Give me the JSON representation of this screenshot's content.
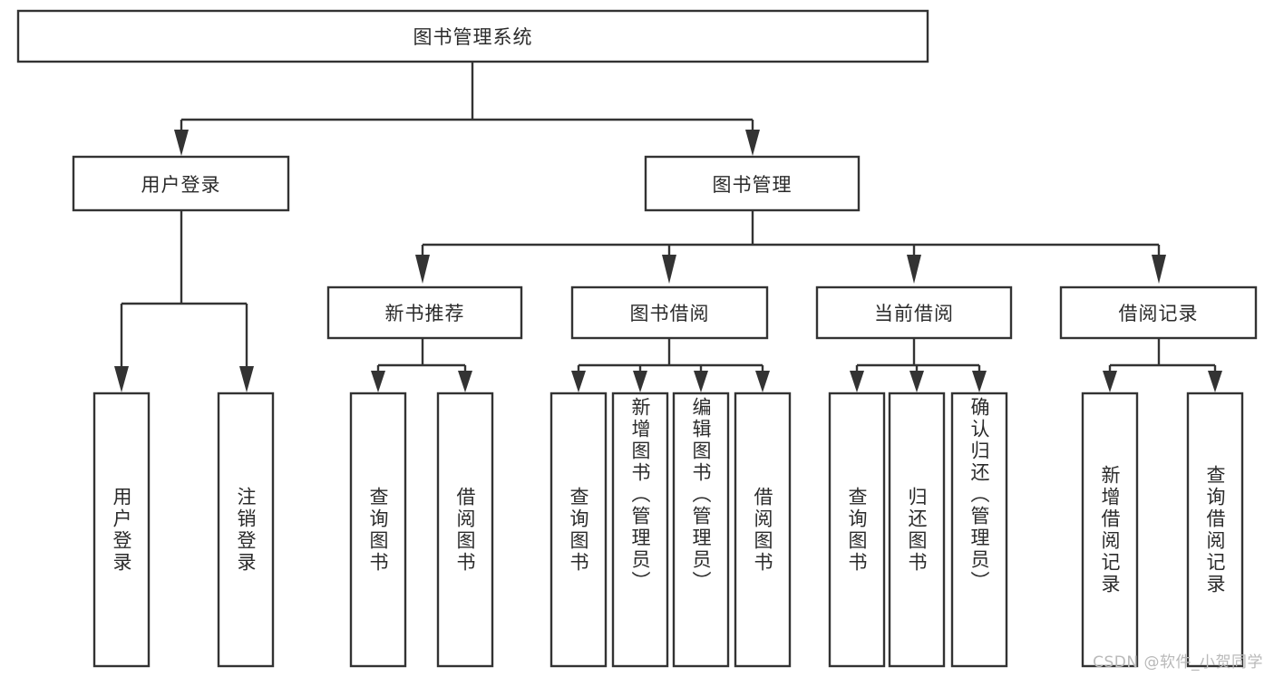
{
  "diagram": {
    "title": "图书管理系统",
    "type": "tree-hierarchy",
    "watermark": "CSDN @软件_小贺同学",
    "root": {
      "id": "root",
      "label": "图书管理系统"
    },
    "level1": [
      {
        "id": "user-login",
        "label": "用户登录"
      },
      {
        "id": "book-manage",
        "label": "图书管理"
      }
    ],
    "level2": [
      {
        "id": "new-book-rec",
        "label": "新书推荐",
        "parent": "book-manage"
      },
      {
        "id": "book-borrow",
        "label": "图书借阅",
        "parent": "book-manage"
      },
      {
        "id": "current-borrow",
        "label": "当前借阅",
        "parent": "book-manage"
      },
      {
        "id": "borrow-record",
        "label": "借阅记录",
        "parent": "book-manage"
      }
    ],
    "leaves": [
      {
        "id": "leaf-user-login",
        "label": "用户登录",
        "parent": "user-login"
      },
      {
        "id": "leaf-user-logout",
        "label": "注销登录",
        "parent": "user-login"
      },
      {
        "id": "leaf-query-book-1",
        "label": "查询图书",
        "parent": "new-book-rec"
      },
      {
        "id": "leaf-borrow-book-1",
        "label": "借阅图书",
        "parent": "new-book-rec"
      },
      {
        "id": "leaf-query-book-2",
        "label": "查询图书",
        "parent": "book-borrow"
      },
      {
        "id": "leaf-add-book",
        "label": "新增图书（管理员）",
        "parent": "book-borrow"
      },
      {
        "id": "leaf-edit-book",
        "label": "编辑图书（管理员）",
        "parent": "book-borrow"
      },
      {
        "id": "leaf-borrow-book-2",
        "label": "借阅图书",
        "parent": "book-borrow"
      },
      {
        "id": "leaf-query-book-3",
        "label": "查询图书",
        "parent": "current-borrow"
      },
      {
        "id": "leaf-return-book",
        "label": "归还图书",
        "parent": "current-borrow"
      },
      {
        "id": "leaf-confirm-return",
        "label": "确认归还（管理员）",
        "parent": "current-borrow"
      },
      {
        "id": "leaf-add-record",
        "label": "新增借阅记录",
        "parent": "borrow-record"
      },
      {
        "id": "leaf-query-record",
        "label": "查询借阅记录",
        "parent": "borrow-record"
      }
    ],
    "colors": {
      "stroke": "#333333",
      "fill": "#ffffff",
      "text": "#2b2b2b",
      "watermark": "#b9b9b9",
      "background": "#ffffff"
    }
  }
}
